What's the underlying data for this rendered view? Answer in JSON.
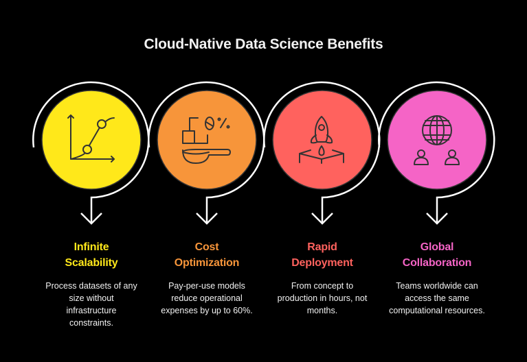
{
  "title": "Cloud-Native Data Science Benefits",
  "colors": {
    "background": "#000000",
    "ring": "#ffffff",
    "icon_stroke": "#333333",
    "text": "#f2f2f2"
  },
  "steps": [
    {
      "title_line1": "Infinite",
      "title_line2": "Scalability",
      "description": "Process datasets of any size without infrastructure constraints.",
      "color": "#FFE81A",
      "title_color": "#FFE81A",
      "icon": "scalability-chart-icon"
    },
    {
      "title_line1": "Cost",
      "title_line2": "Optimization",
      "description": "Pay-per-use models reduce operational expenses by up to 60%.",
      "color": "#F7953A",
      "title_color": "#F7953A",
      "icon": "cost-scoop-percent-icon"
    },
    {
      "title_line1": "Rapid",
      "title_line2": "Deployment",
      "description": "From concept to production in hours, not months.",
      "color": "#FF625E",
      "title_color": "#FF625E",
      "icon": "rocket-launch-icon"
    },
    {
      "title_line1": "Global",
      "title_line2": "Collaboration",
      "description": "Teams worldwide can access the same computational resources.",
      "color": "#F564C6",
      "title_color": "#F564C6",
      "icon": "globe-people-icon"
    }
  ]
}
